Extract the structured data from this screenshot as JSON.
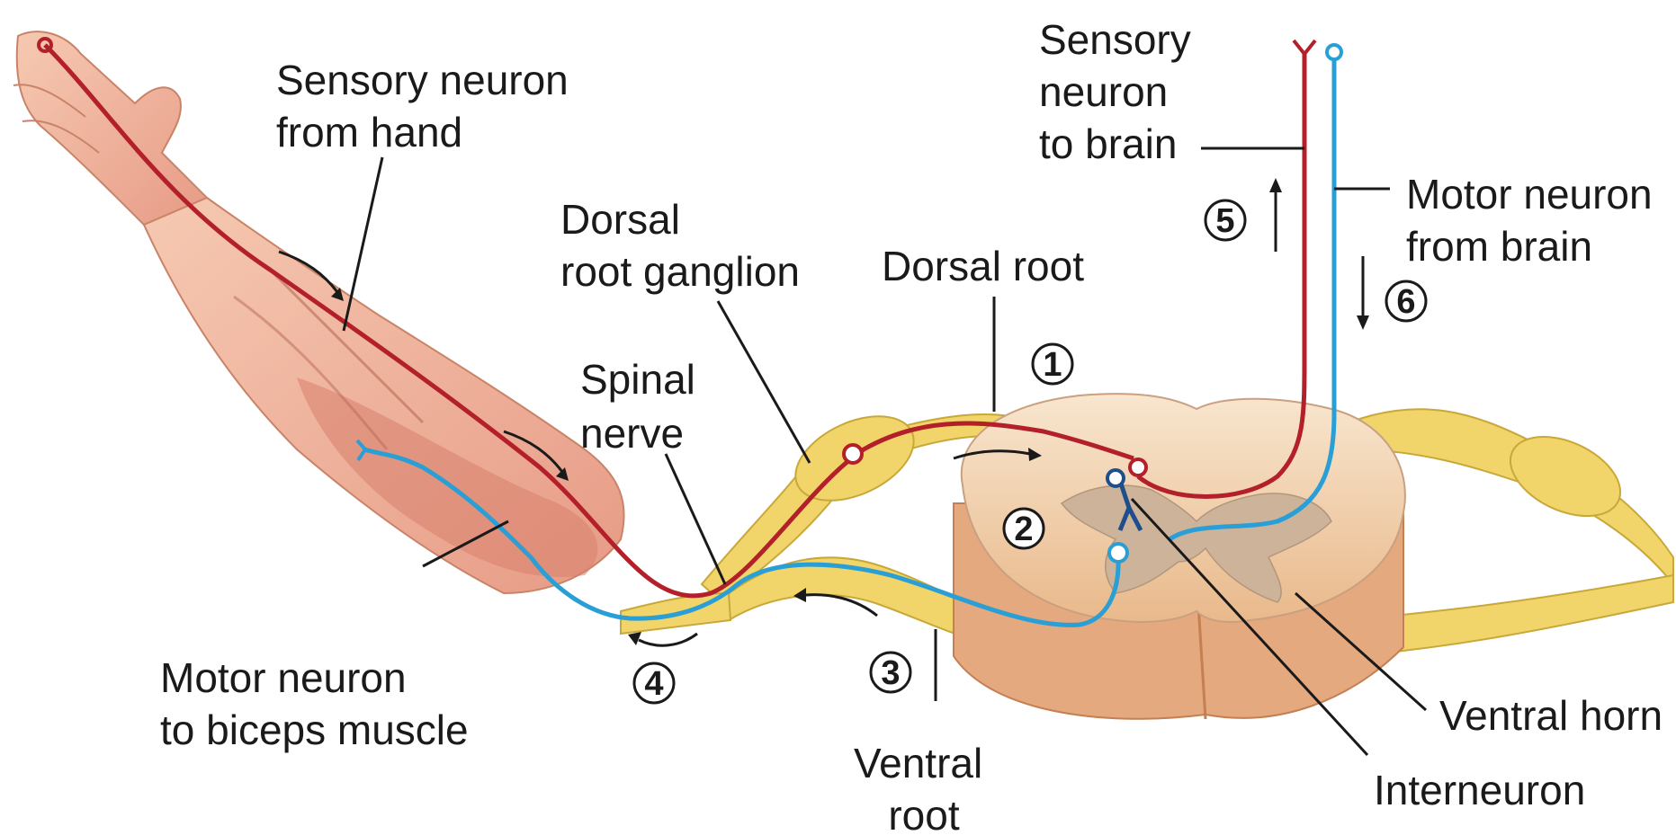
{
  "labels": {
    "sensory_from_hand": [
      "Sensory neuron",
      "from hand"
    ],
    "dorsal_root_ganglion": [
      "Dorsal",
      "root ganglion"
    ],
    "dorsal_root": "Dorsal root",
    "spinal_nerve": [
      "Spinal",
      "nerve"
    ],
    "sensory_to_brain": [
      "Sensory",
      "neuron",
      "to brain"
    ],
    "motor_from_brain": [
      "Motor neuron",
      "from brain"
    ],
    "motor_to_biceps": [
      "Motor neuron",
      "to biceps muscle"
    ],
    "ventral_root": [
      "Ventral",
      "root"
    ],
    "ventral_horn": "Ventral horn",
    "interneuron": "Interneuron"
  },
  "steps": [
    "1",
    "2",
    "3",
    "4",
    "5",
    "6"
  ],
  "colors": {
    "sensory": "#b3202a",
    "motor": "#2a9fd6",
    "nerve": "#f1d56a",
    "spinal_cord": "#f4dcc0",
    "grey_matter": "#cdb39a",
    "skin": "#f0b89c",
    "muscle": "#d98a74"
  }
}
